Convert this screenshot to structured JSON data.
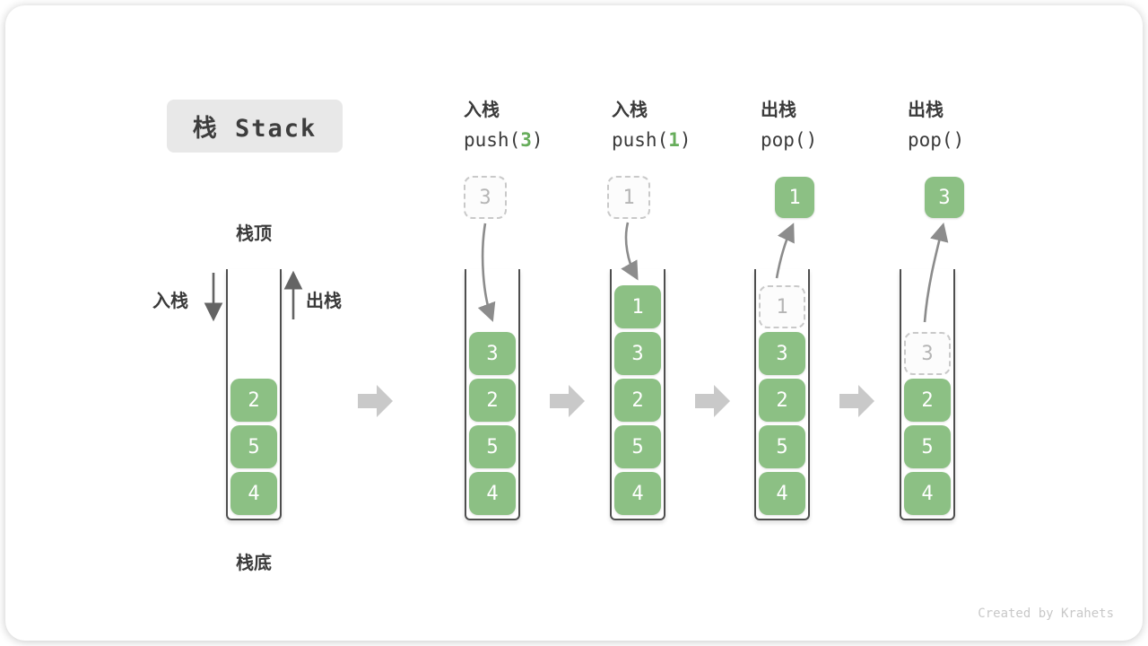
{
  "title": "栈 Stack",
  "diagram_labels": {
    "stack_top": "栈顶",
    "stack_bottom": "栈底",
    "push_arrow_label": "入栈",
    "pop_arrow_label": "出栈"
  },
  "operations": [
    {
      "name": "push-3",
      "op_label": "入栈",
      "code_pre": "push(",
      "code_arg": "3",
      "code_post": ")",
      "float_value": "3",
      "float_style": "ghost"
    },
    {
      "name": "push-1",
      "op_label": "入栈",
      "code_pre": "push(",
      "code_arg": "1",
      "code_post": ")",
      "float_value": "1",
      "float_style": "ghost"
    },
    {
      "name": "pop-1",
      "op_label": "出栈",
      "code_pre": "pop(",
      "code_arg": "",
      "code_post": ")",
      "float_value": "1",
      "float_style": "solid"
    },
    {
      "name": "pop-3",
      "op_label": "出栈",
      "code_pre": "pop(",
      "code_arg": "",
      "code_post": ")",
      "float_value": "3",
      "float_style": "solid"
    }
  ],
  "stacks": [
    {
      "name": "initial",
      "cells": [
        {
          "value": "2"
        },
        {
          "value": "5"
        },
        {
          "value": "4"
        }
      ]
    },
    {
      "name": "after-push-3",
      "cells": [
        {
          "value": "3"
        },
        {
          "value": "2"
        },
        {
          "value": "5"
        },
        {
          "value": "4"
        }
      ]
    },
    {
      "name": "after-push-1",
      "cells": [
        {
          "value": "1"
        },
        {
          "value": "3"
        },
        {
          "value": "2"
        },
        {
          "value": "5"
        },
        {
          "value": "4"
        }
      ]
    },
    {
      "name": "after-pop-1",
      "cells": [
        {
          "value": "1",
          "ghost": true
        },
        {
          "value": "3"
        },
        {
          "value": "2"
        },
        {
          "value": "5"
        },
        {
          "value": "4"
        }
      ]
    },
    {
      "name": "after-pop-3",
      "cells": [
        {
          "value": "3",
          "ghost": true
        },
        {
          "value": "2"
        },
        {
          "value": "5"
        },
        {
          "value": "4"
        }
      ]
    }
  ],
  "watermark": "Created by Krahets",
  "colors": {
    "element_green": "#8CC084",
    "code_arg_green": "#67AD5B",
    "ghost_border": "#C9C9C9",
    "ghost_text": "#B5B5B5",
    "curved_arrow": "#8C8C8C",
    "straight_arrow": "#646464",
    "chevron_gray": "#C9C9C9",
    "title_bg": "#E8E8E8",
    "text_dark": "#3A3A3A",
    "watermark_gray": "#C8C8C8"
  }
}
